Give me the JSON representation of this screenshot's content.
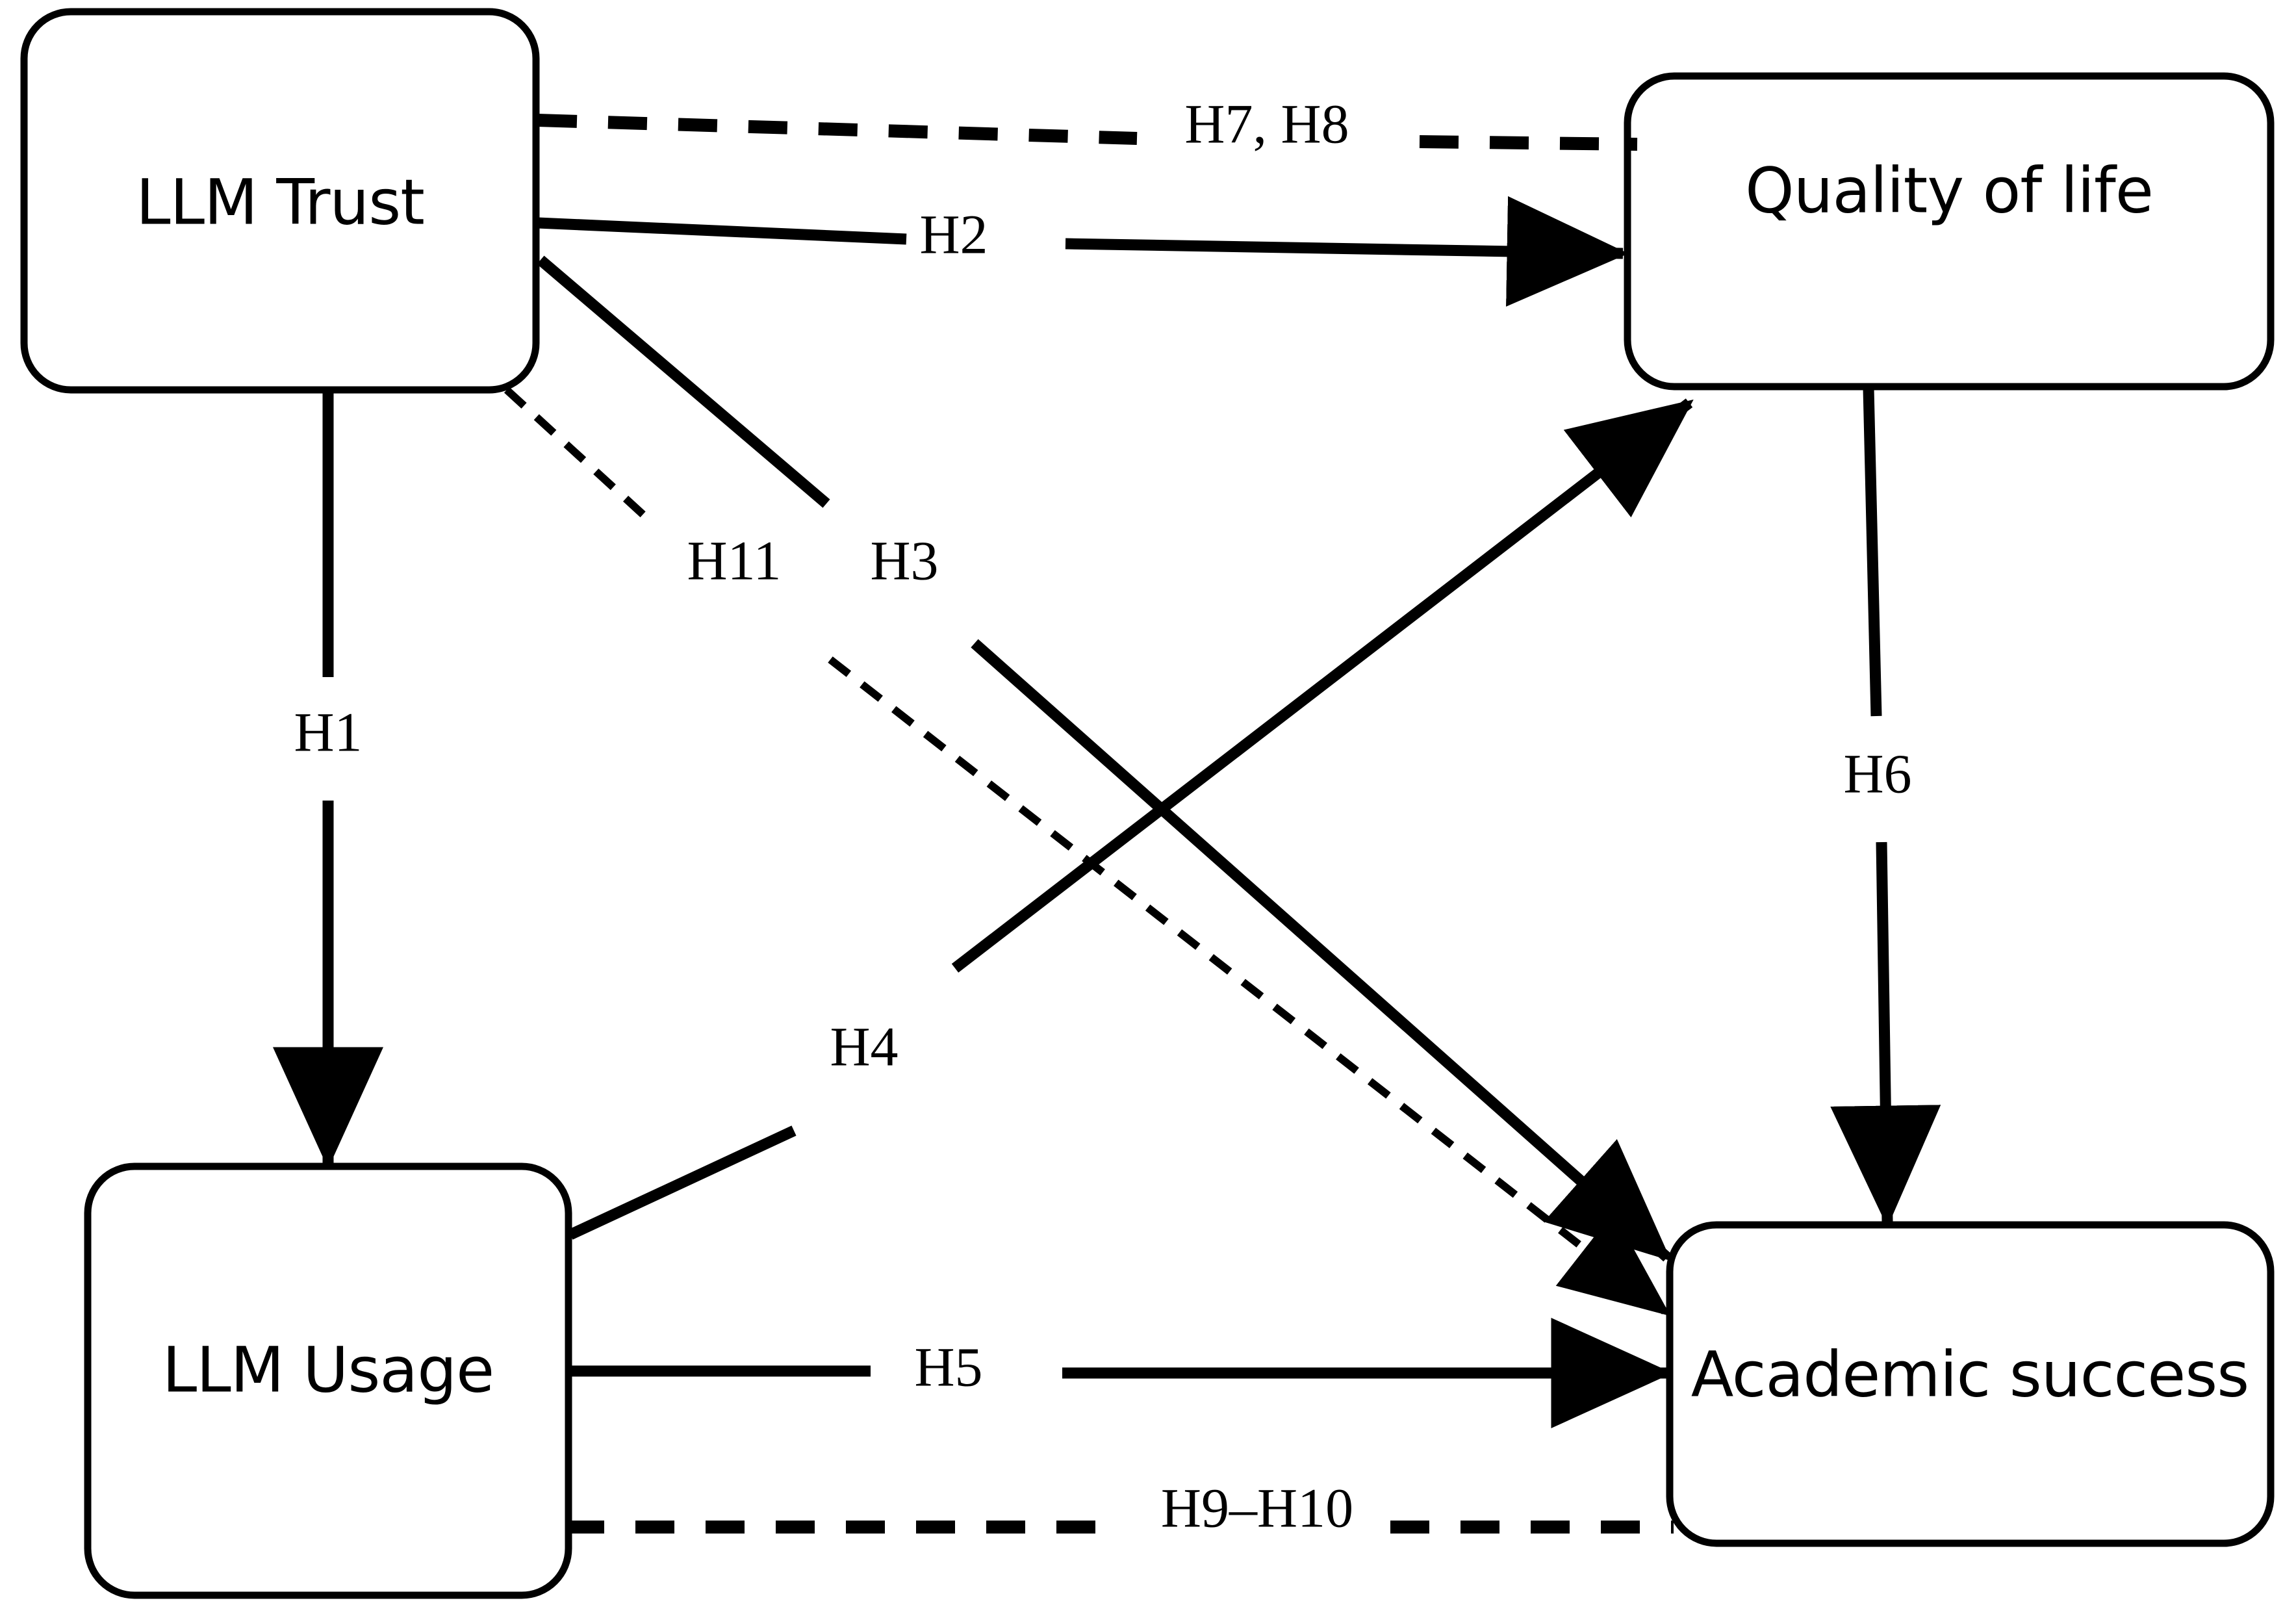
{
  "diagram": {
    "type": "conceptual-path-model",
    "background_color": "#ffffff",
    "line_color": "#000000",
    "nodes": [
      {
        "id": "llm-trust",
        "label": "LLM Trust"
      },
      {
        "id": "quality-of-life",
        "label": "Quality of life"
      },
      {
        "id": "llm-usage",
        "label": "LLM Usage"
      },
      {
        "id": "academic-success",
        "label": "Academic success"
      }
    ],
    "edges": [
      {
        "id": "h7h8",
        "label": "H7, H8",
        "from": "llm-trust",
        "to": "quality-of-life",
        "style": "dashed",
        "arrow": false
      },
      {
        "id": "h2",
        "label": "H2",
        "from": "llm-trust",
        "to": "quality-of-life",
        "style": "solid",
        "arrow": true
      },
      {
        "id": "h3",
        "label": "H3",
        "from": "llm-trust",
        "to": "academic-success",
        "style": "solid",
        "arrow": true
      },
      {
        "id": "h11",
        "label": "H11",
        "from": "llm-trust",
        "to": "academic-success",
        "style": "dashed",
        "arrow": true
      },
      {
        "id": "h1",
        "label": "H1",
        "from": "llm-trust",
        "to": "llm-usage",
        "style": "solid",
        "arrow": true
      },
      {
        "id": "h4",
        "label": "H4",
        "from": "llm-usage",
        "to": "quality-of-life",
        "style": "solid",
        "arrow": true
      },
      {
        "id": "h5",
        "label": "H5",
        "from": "llm-usage",
        "to": "academic-success",
        "style": "solid",
        "arrow": true
      },
      {
        "id": "h9h10",
        "label": "H9–H10",
        "from": "llm-usage",
        "to": "academic-success",
        "style": "dashed",
        "arrow": false
      },
      {
        "id": "h6",
        "label": "H6",
        "from": "quality-of-life",
        "to": "academic-success",
        "style": "solid",
        "arrow": true
      }
    ]
  }
}
